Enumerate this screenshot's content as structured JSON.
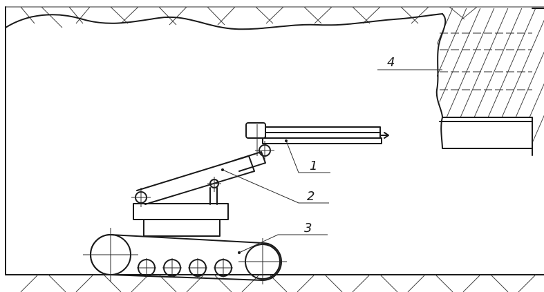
{
  "callouts": [
    {
      "id": "1",
      "label": "1",
      "part": "telescopic-boom"
    },
    {
      "id": "2",
      "label": "2",
      "part": "hydraulic-cylinder"
    },
    {
      "id": "3",
      "label": "3",
      "part": "crawler-chassis"
    },
    {
      "id": "4",
      "label": "4",
      "part": "rock-mass"
    }
  ],
  "colors": {
    "line": "#1a1a1a",
    "background": "#ffffff"
  }
}
